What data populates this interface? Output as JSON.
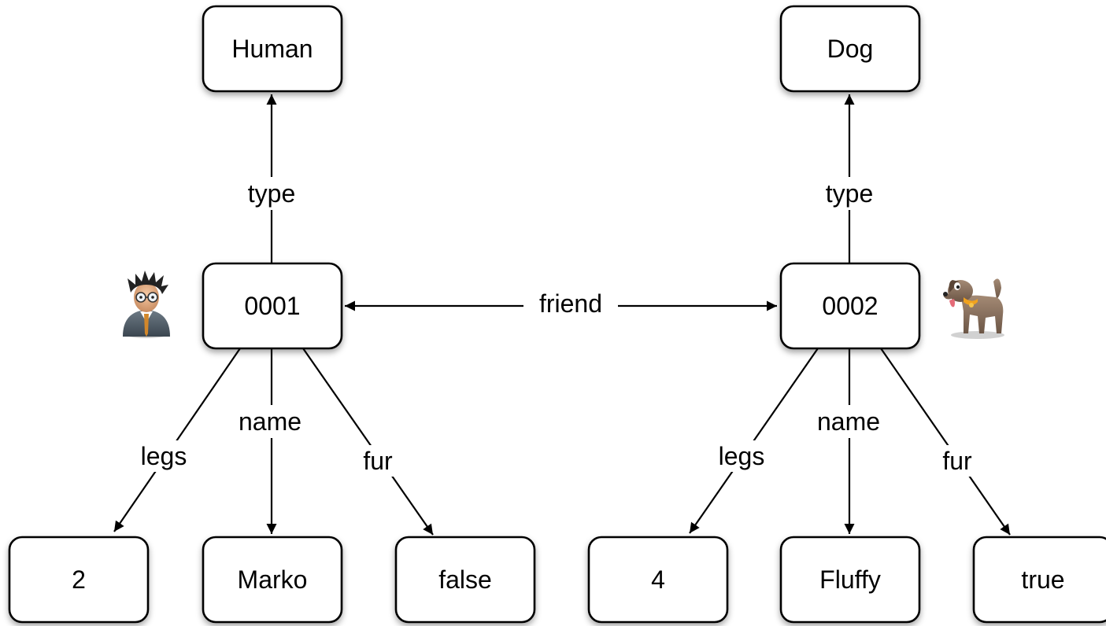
{
  "diagram": {
    "nodes": [
      {
        "id": "human",
        "label": "Human"
      },
      {
        "id": "dog",
        "label": "Dog"
      },
      {
        "id": "v1",
        "label": "0001"
      },
      {
        "id": "v2",
        "label": "0002"
      },
      {
        "id": "v1_legs",
        "label": "2"
      },
      {
        "id": "v1_name",
        "label": "Marko"
      },
      {
        "id": "v1_fur",
        "label": "false"
      },
      {
        "id": "v2_legs",
        "label": "4"
      },
      {
        "id": "v2_name",
        "label": "Fluffy"
      },
      {
        "id": "v2_fur",
        "label": "true"
      }
    ],
    "edges": [
      {
        "id": "e-v1-type",
        "from": "v1",
        "to": "human",
        "label": "type"
      },
      {
        "id": "e-v2-type",
        "from": "v2",
        "to": "dog",
        "label": "type"
      },
      {
        "id": "e-friend",
        "from": "v1",
        "to": "v2",
        "label": "friend",
        "bidirectional": true
      },
      {
        "id": "e-v1-legs",
        "from": "v1",
        "to": "v1_legs",
        "label": "legs"
      },
      {
        "id": "e-v1-name",
        "from": "v1",
        "to": "v1_name",
        "label": "name"
      },
      {
        "id": "e-v1-fur",
        "from": "v1",
        "to": "v1_fur",
        "label": "fur"
      },
      {
        "id": "e-v2-legs",
        "from": "v2",
        "to": "v2_legs",
        "label": "legs"
      },
      {
        "id": "e-v2-name",
        "from": "v2",
        "to": "v2_name",
        "label": "name"
      },
      {
        "id": "e-v2-fur",
        "from": "v2",
        "to": "v2_fur",
        "label": "fur"
      }
    ],
    "icons": [
      {
        "id": "person-icon",
        "attached_to": "v1"
      },
      {
        "id": "dog-icon",
        "attached_to": "v2"
      }
    ]
  }
}
